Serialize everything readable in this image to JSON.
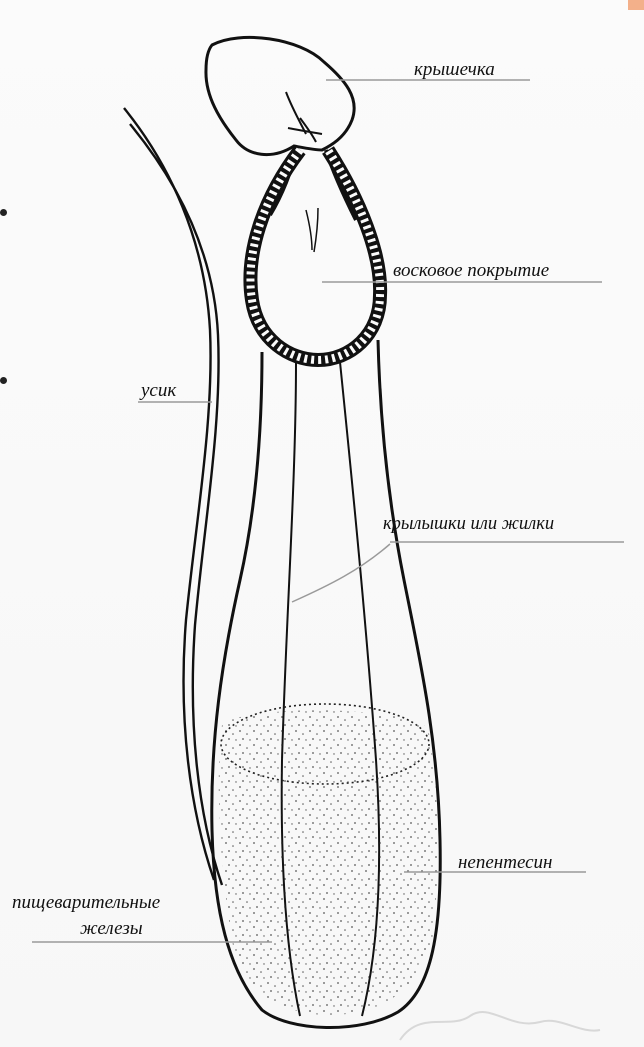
{
  "labels": {
    "lid": "крышечка",
    "wax_coating": "восковое покрытие",
    "tendril": "усик",
    "wings_or_veins": "крылышки или жилки",
    "nepenthesin": "непентесин",
    "digestive_glands_line1": "пищеварительные",
    "digestive_glands_line2": "железы"
  },
  "colors": {
    "ink": "#111111",
    "leader_line": "#9a9a9a",
    "accent_corner": "#f3b08a"
  },
  "icons": [
    "bullet-dot",
    "bullet-dot"
  ]
}
